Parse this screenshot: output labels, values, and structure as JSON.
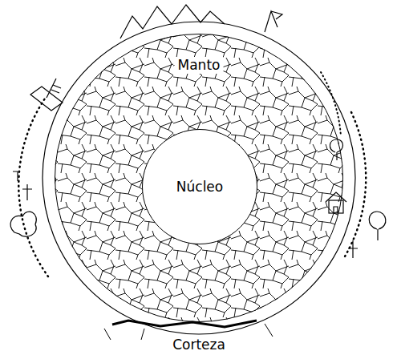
{
  "diagram": {
    "nodes": [
      {
        "text": [
          "Corteza"
        ]
      },
      {
        "text": [
          "Manto"
        ],
        "in": 0
      },
      {
        "text": [
          "Núcleo"
        ],
        "in": 1
      }
    ]
  }
}
